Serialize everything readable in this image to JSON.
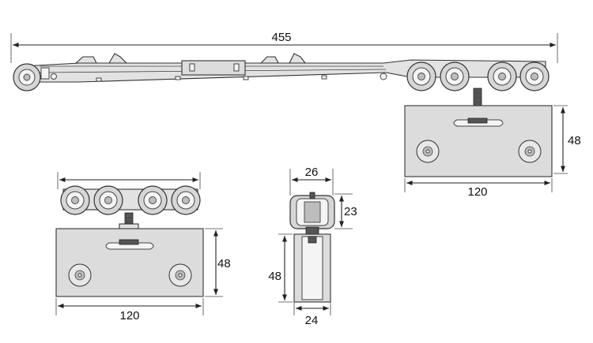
{
  "dimensions": {
    "rail_length": "455",
    "plate_height_right": "48",
    "plate_width_right": "120",
    "plate_height_left": "48",
    "plate_width_left": "120",
    "side_wheel_width": "26",
    "side_wheel_height": "23",
    "side_plate_height": "48",
    "side_plate_width": "24"
  }
}
